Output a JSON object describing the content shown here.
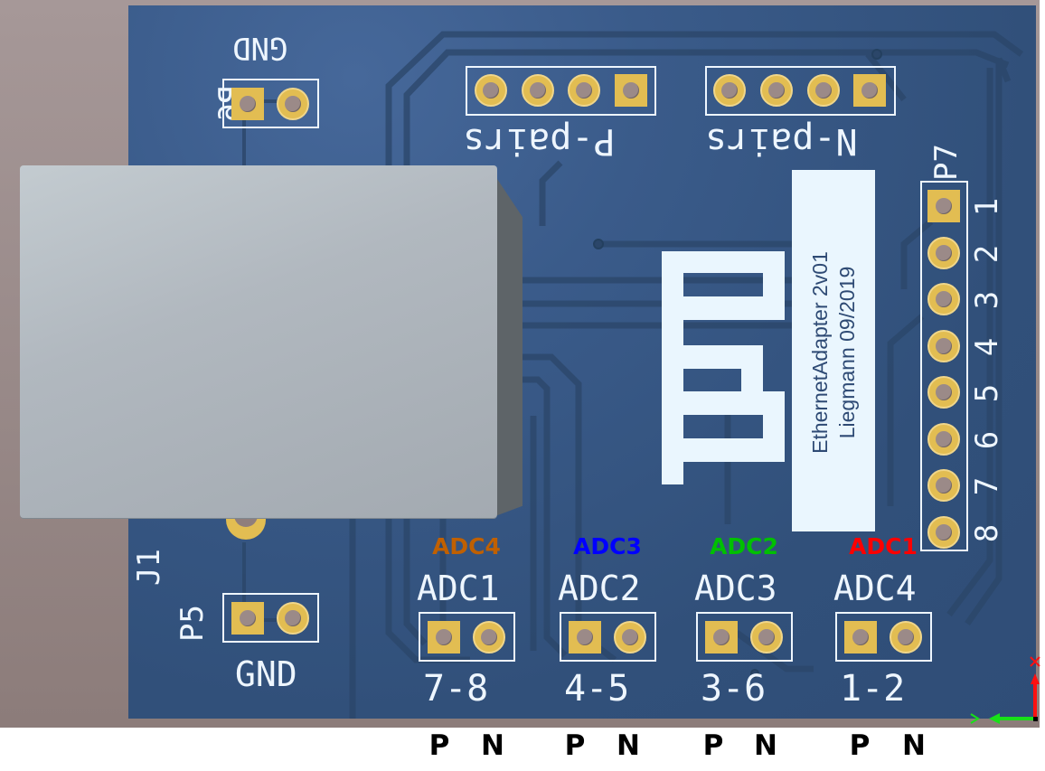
{
  "board": {
    "title": "EthernetAdapter 2v01",
    "author_date": "Liegmann 09/2019",
    "logo": "TUM"
  },
  "colors": {
    "pcb": "#31507a",
    "silkscreen": "#eef6ff",
    "copper": "#e2bd52",
    "background": "#9a8a88",
    "adc4_color": "#c06000",
    "adc3_color": "#0000ff",
    "adc2_color": "#00c000",
    "adc1_color": "#ff0000"
  },
  "connectors": {
    "j1": {
      "ref": "J1"
    },
    "p5": {
      "ref": "P5",
      "label": "GND"
    },
    "p6": {
      "ref": "P6",
      "label": "GND"
    },
    "p7": {
      "ref": "P7",
      "pins": [
        "1",
        "2",
        "3",
        "4",
        "5",
        "6",
        "7",
        "8"
      ]
    },
    "p_pairs": {
      "label": "P-pairs"
    },
    "n_pairs": {
      "label": "N-pairs"
    }
  },
  "adc_headers": [
    {
      "overlay": "ADC4",
      "silk": "ADC1",
      "pins": "7-8",
      "p": "P",
      "n": "N"
    },
    {
      "overlay": "ADC3",
      "silk": "ADC2",
      "pins": "4-5",
      "p": "P",
      "n": "N"
    },
    {
      "overlay": "ADC2",
      "silk": "ADC3",
      "pins": "3-6",
      "p": "P",
      "n": "N"
    },
    {
      "overlay": "ADC1",
      "silk": "ADC4",
      "pins": "1-2",
      "p": "P",
      "n": "N"
    }
  ],
  "axes": {
    "x": "x-axis",
    "y": "y-axis"
  }
}
